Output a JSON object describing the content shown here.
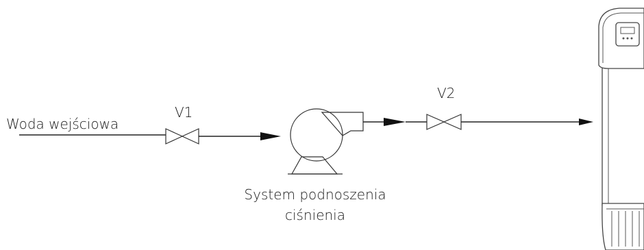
{
  "labels": {
    "inlet": "Woda wejściowa",
    "valve1": "V1",
    "valve2": "V2",
    "pump": "System podnoszenia ciśnienia"
  },
  "components": {
    "valve1": "valve-icon",
    "valve2": "valve-icon",
    "pump": "pump-icon",
    "unit": "water-treatment-unit-icon",
    "arrows": "flow-arrow-icon"
  },
  "colors": {
    "line": "#222222",
    "text": "#1a1a1a",
    "background": "#ffffff"
  }
}
